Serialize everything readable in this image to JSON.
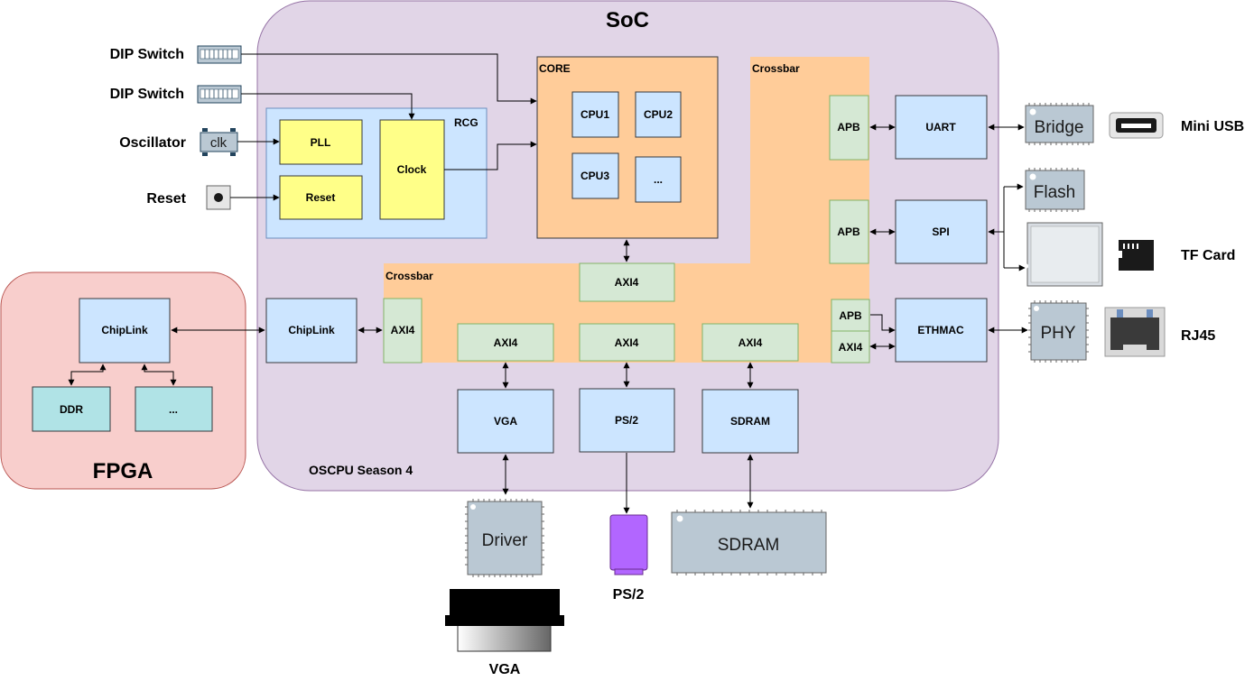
{
  "soc": {
    "title": "SoC",
    "subtitle": "OSCPU Season 4"
  },
  "fpga": {
    "title": "FPGA",
    "chiplink": "ChipLink",
    "ddr": "DDR",
    "more": "..."
  },
  "rcg": {
    "label": "RCG",
    "pll": "PLL",
    "reset": "Reset",
    "clock": "Clock"
  },
  "core": {
    "label": "CORE",
    "cpu1": "CPU1",
    "cpu2": "CPU2",
    "cpu3": "CPU3",
    "more": "..."
  },
  "crossbar": {
    "top": "Crossbar",
    "bottom": "Crossbar"
  },
  "bus": {
    "apb": "APB",
    "axi4": "AXI4"
  },
  "periph": {
    "uart": "UART",
    "spi": "SPI",
    "ethmac": "ETHMAC",
    "chiplink": "ChipLink",
    "vga": "VGA",
    "ps2": "PS/2",
    "sdram": "SDRAM"
  },
  "inputs": {
    "dip1": "DIP Switch",
    "dip2": "DIP Switch",
    "osc": "Oscillator",
    "osc_chip": "clk",
    "reset": "Reset"
  },
  "ext": {
    "bridge": "Bridge",
    "mini_usb": "Mini USB",
    "flash": "Flash",
    "tf_card": "TF Card",
    "phy": "PHY",
    "rj45": "RJ45",
    "driver": "Driver",
    "vga": "VGA",
    "ps2": "PS/2",
    "sdram": "SDRAM"
  },
  "colors": {
    "soc_bg": "#E1D5E7",
    "fpga_bg": "#F8CECC",
    "block_blue": "#CCE5FF",
    "block_teal": "#B0E3E6",
    "bus_green": "#D5E8D4",
    "crossbar": "#FFCC99",
    "yellow": "#FFFF88",
    "chip": "#BAC8D3",
    "ps2_purple": "#B266FF"
  }
}
